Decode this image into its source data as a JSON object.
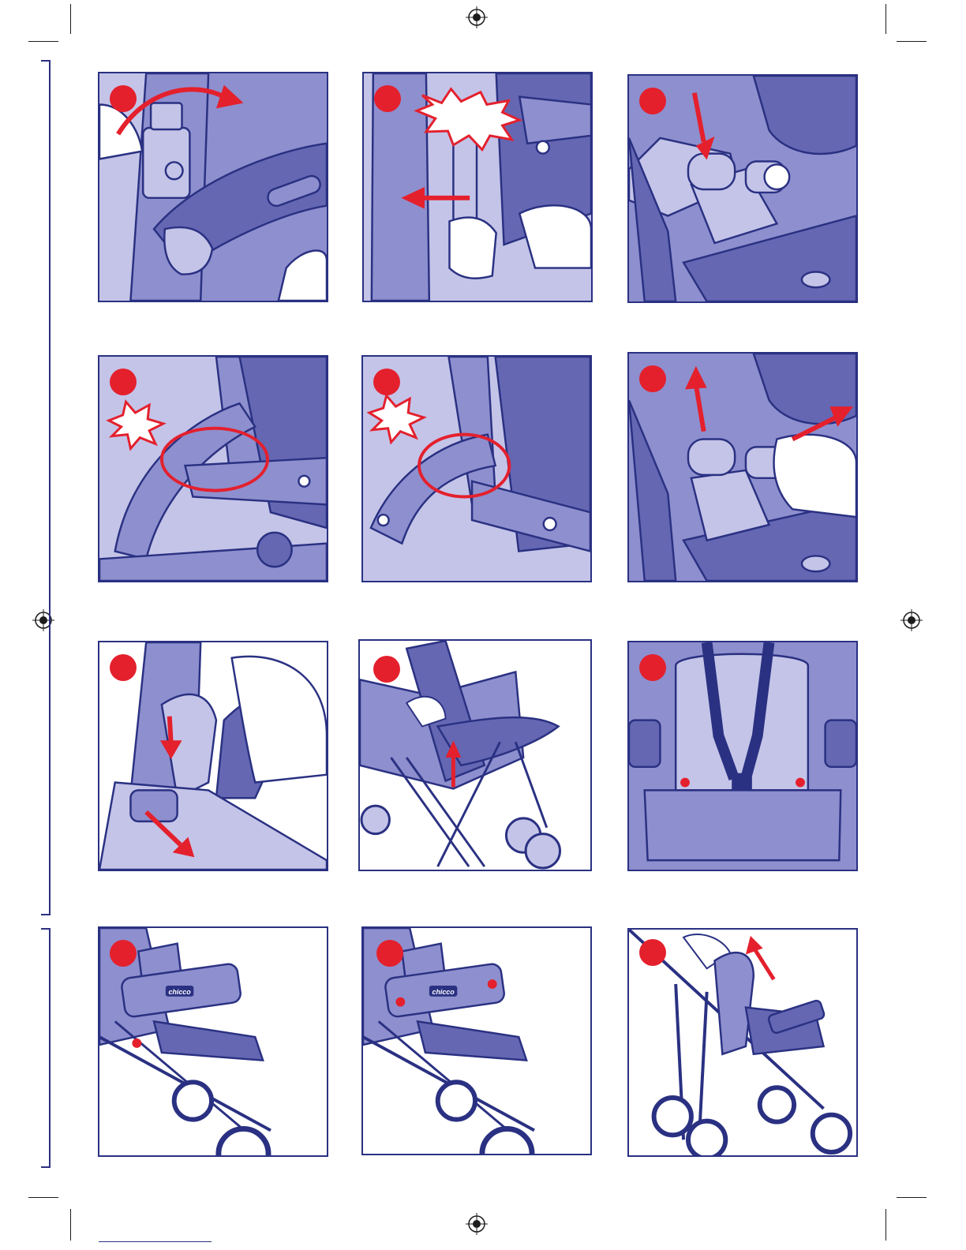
{
  "colors": {
    "outline": "#2a3182",
    "fill_light": "#c4c4e8",
    "fill_mid": "#8e8fce",
    "fill_dark": "#6567b3",
    "accent_red": "#e4202d",
    "white": "#ffffff"
  },
  "figures": [
    {
      "id": "fig-1",
      "subject": "buckle-rotate",
      "arrow": "curved-right"
    },
    {
      "id": "fig-2",
      "subject": "release-click",
      "arrow": "left"
    },
    {
      "id": "fig-3",
      "subject": "insert-pin-down",
      "arrow": "down"
    },
    {
      "id": "fig-4",
      "subject": "hinge-click-circle",
      "arrow": "none"
    },
    {
      "id": "fig-5",
      "subject": "hinge-click-circle",
      "arrow": "none"
    },
    {
      "id": "fig-6",
      "subject": "lift-and-pull",
      "arrow": "up-right"
    },
    {
      "id": "fig-7",
      "subject": "press-slide",
      "arrow": "down"
    },
    {
      "id": "fig-8",
      "subject": "raise-canopy",
      "arrow": "up"
    },
    {
      "id": "fig-9",
      "subject": "harness-seat",
      "arrow": "none"
    },
    {
      "id": "fig-10",
      "subject": "bumper-bar",
      "arrow": "none"
    },
    {
      "id": "fig-11",
      "subject": "bumper-bar-points",
      "arrow": "none"
    },
    {
      "id": "fig-12",
      "subject": "fold-stroller",
      "arrow": "up-right"
    }
  ],
  "brand_mark": "chicco"
}
